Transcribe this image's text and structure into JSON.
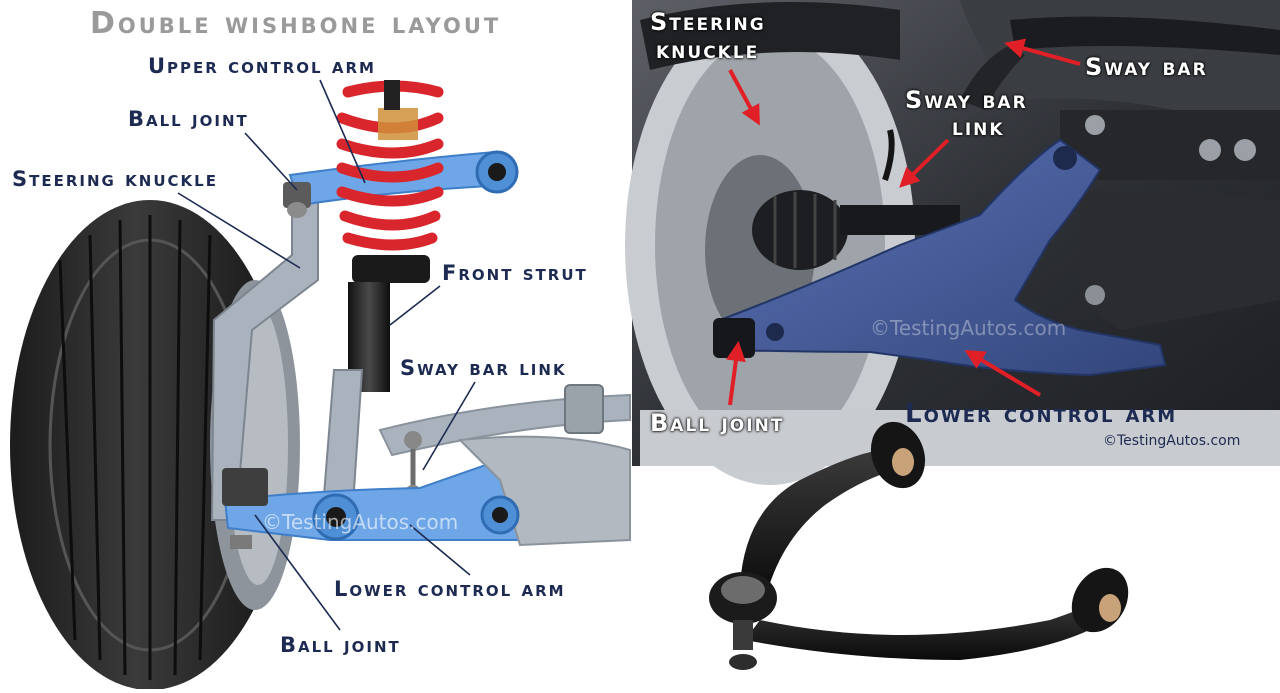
{
  "diagram": {
    "title": "Double wishbone layout",
    "labels": {
      "upper_control_arm": "Upper control arm",
      "ball_joint_top": "Ball joint",
      "steering_knuckle_left": "Steering knuckle",
      "front_strut": "Front strut",
      "sway_bar_link_left": "Sway bar link",
      "lower_control_arm_left": "Lower control arm",
      "ball_joint_bottom": "Ball joint"
    },
    "watermark": "©TestingAutos.com"
  },
  "photo": {
    "labels": {
      "steering_knuckle_line1": "Steering",
      "steering_knuckle_line2": "knuckle",
      "sway_bar": "Sway bar",
      "sway_bar_link_line1": "Sway bar",
      "sway_bar_link_line2": "link",
      "ball_joint": "Ball joint",
      "lower_control_arm": "Lower control arm"
    },
    "watermark": "©TestingAutos.com",
    "center_watermark": "©TestingAutos.com"
  },
  "colors": {
    "label_navy": "#1d2a52",
    "arm_blue": "#6ea6e8",
    "spring_red": "#d9262c",
    "arrow_red": "#e11f26",
    "photo_dark": "#2b2e33",
    "arm_photo_blue": "#4a5f9c"
  }
}
